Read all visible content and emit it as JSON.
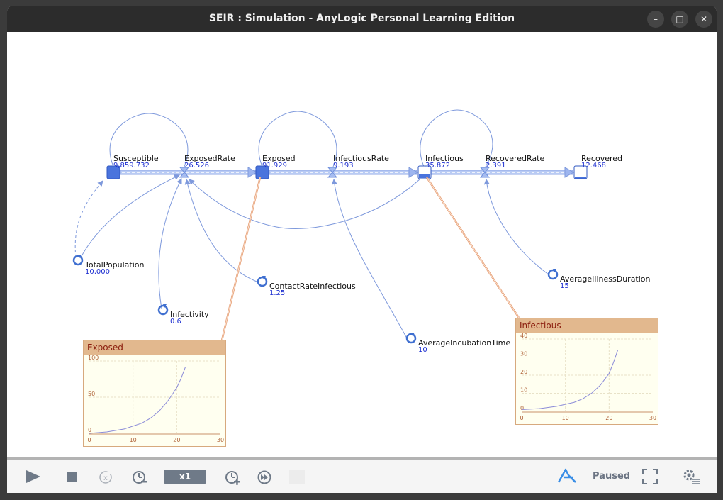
{
  "window": {
    "title": "SEIR : Simulation - AnyLogic Personal Learning Edition",
    "controls": {
      "minimize": "–",
      "maximize": "□",
      "close": "✕"
    }
  },
  "stocks": [
    {
      "name": "Susceptible",
      "value": "9,859.732"
    },
    {
      "name": "Exposed",
      "value": "91.929"
    },
    {
      "name": "Infectious",
      "value": "35.872"
    },
    {
      "name": "Recovered",
      "value": "12.468"
    }
  ],
  "flows": [
    {
      "name": "ExposedRate",
      "value": "26.526"
    },
    {
      "name": "InfectiousRate",
      "value": "9.193"
    },
    {
      "name": "RecoveredRate",
      "value": "2.391"
    }
  ],
  "parameters": [
    {
      "name": "TotalPopulation",
      "value": "10,000"
    },
    {
      "name": "Infectivity",
      "value": "0.6"
    },
    {
      "name": "ContactRateInfectious",
      "value": "1.25"
    },
    {
      "name": "AverageIncubationTime",
      "value": "10"
    },
    {
      "name": "AverageIllnessDuration",
      "value": "15"
    }
  ],
  "chart_data": [
    {
      "type": "line",
      "title": "Exposed",
      "x_ticks": [
        "0",
        "10",
        "20",
        "30"
      ],
      "y_ticks": [
        "0",
        "50",
        "100"
      ],
      "xlim": [
        0,
        30
      ],
      "ylim": [
        0,
        100
      ],
      "grid": true,
      "series": [
        {
          "x": [
            0,
            4,
            8,
            12,
            14,
            16,
            18,
            20,
            21,
            22
          ],
          "y": [
            0,
            2,
            6,
            14,
            21,
            31,
            45,
            63,
            76,
            92
          ],
          "color": "#8b8bd8"
        }
      ]
    },
    {
      "type": "line",
      "title": "Infectious",
      "x_ticks": [
        "0",
        "10",
        "20",
        "30"
      ],
      "y_ticks": [
        "0",
        "10",
        "20",
        "30",
        "40"
      ],
      "xlim": [
        0,
        30
      ],
      "ylim": [
        0,
        40
      ],
      "grid": true,
      "series": [
        {
          "x": [
            0,
            4,
            8,
            12,
            14,
            16,
            18,
            20,
            21,
            22
          ],
          "y": [
            1,
            1.5,
            2.8,
            5,
            7,
            10,
            14.5,
            21,
            27,
            34
          ],
          "color": "#8b8bd8"
        }
      ]
    }
  ],
  "toolbar": {
    "speed": "x1",
    "status": "Paused"
  },
  "colors": {
    "link": "#7e99dc",
    "flow_pipe": "#b9cbf4",
    "stock_fill": "#4a74dd",
    "chart_header": "#e2b88e",
    "chart_link": "#e59b6f"
  }
}
